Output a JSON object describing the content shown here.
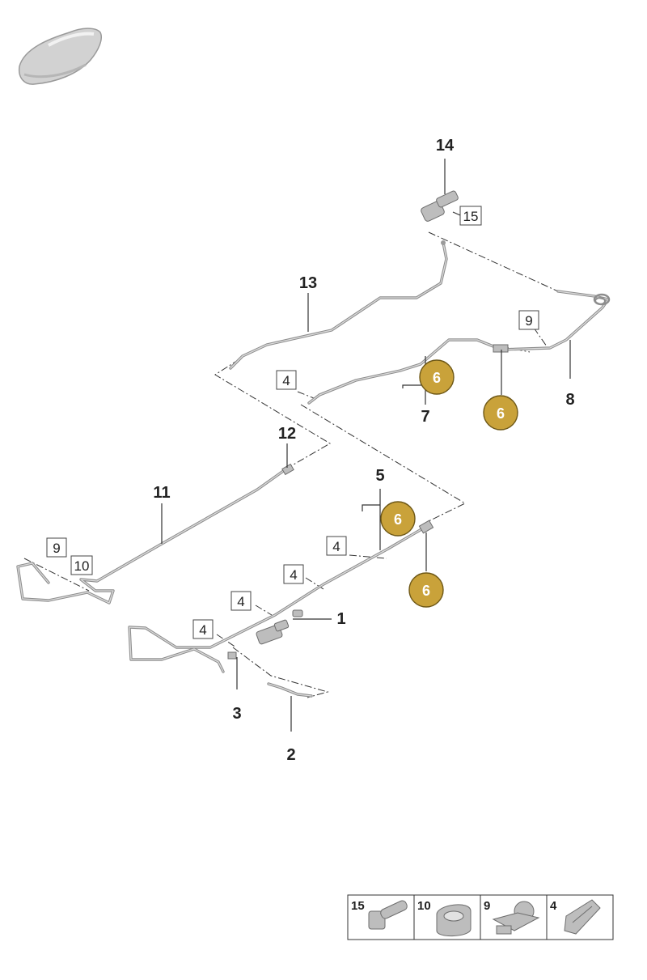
{
  "callouts": {
    "n1": "1",
    "n2": "2",
    "n3": "3",
    "n5": "5",
    "n7": "7",
    "n8": "8",
    "n11": "11",
    "n12": "12",
    "n13": "13",
    "n14": "14"
  },
  "boxed_labels": {
    "b15": "15",
    "b9_top": "9",
    "b4_a": "4",
    "b9_left": "9",
    "b10_left": "10",
    "b4_b": "4",
    "b4_c": "4",
    "b4_d": "4",
    "b4_e": "4"
  },
  "badges": {
    "label": "6",
    "color": "#c9a23a"
  },
  "legend": {
    "items": [
      {
        "label": "15",
        "icon": "bolt-icon"
      },
      {
        "label": "10",
        "icon": "pipe-clip-icon"
      },
      {
        "label": "9",
        "icon": "fastener-clip-icon"
      },
      {
        "label": "4",
        "icon": "line-clip-icon"
      }
    ]
  },
  "icons": {
    "vehicle": "car-silhouette-icon"
  }
}
